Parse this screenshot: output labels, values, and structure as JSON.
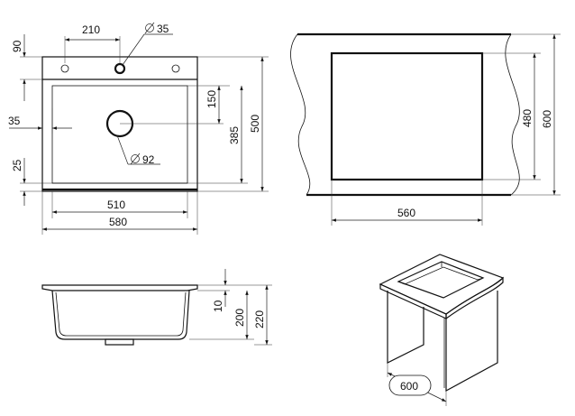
{
  "top_view": {
    "width_outer": "580",
    "width_inner": "510",
    "tap_offset": "210",
    "tap_hole": "35",
    "drain_hole": "92",
    "depth_outer": "500",
    "depth_inner": "385",
    "drain_offset_y": "150",
    "back_strip": "90",
    "side_margin": "35",
    "front_margin": "25"
  },
  "cabinet_view": {
    "cutout_width": "560",
    "cutout_depth": "480",
    "cabinet_depth": "600"
  },
  "side_view": {
    "rim": "10",
    "bowl_depth": "200",
    "total_height": "220"
  },
  "iso_view": {
    "cabinet_width": "600"
  },
  "colors": {
    "line": "#111111",
    "background": "#ffffff"
  }
}
